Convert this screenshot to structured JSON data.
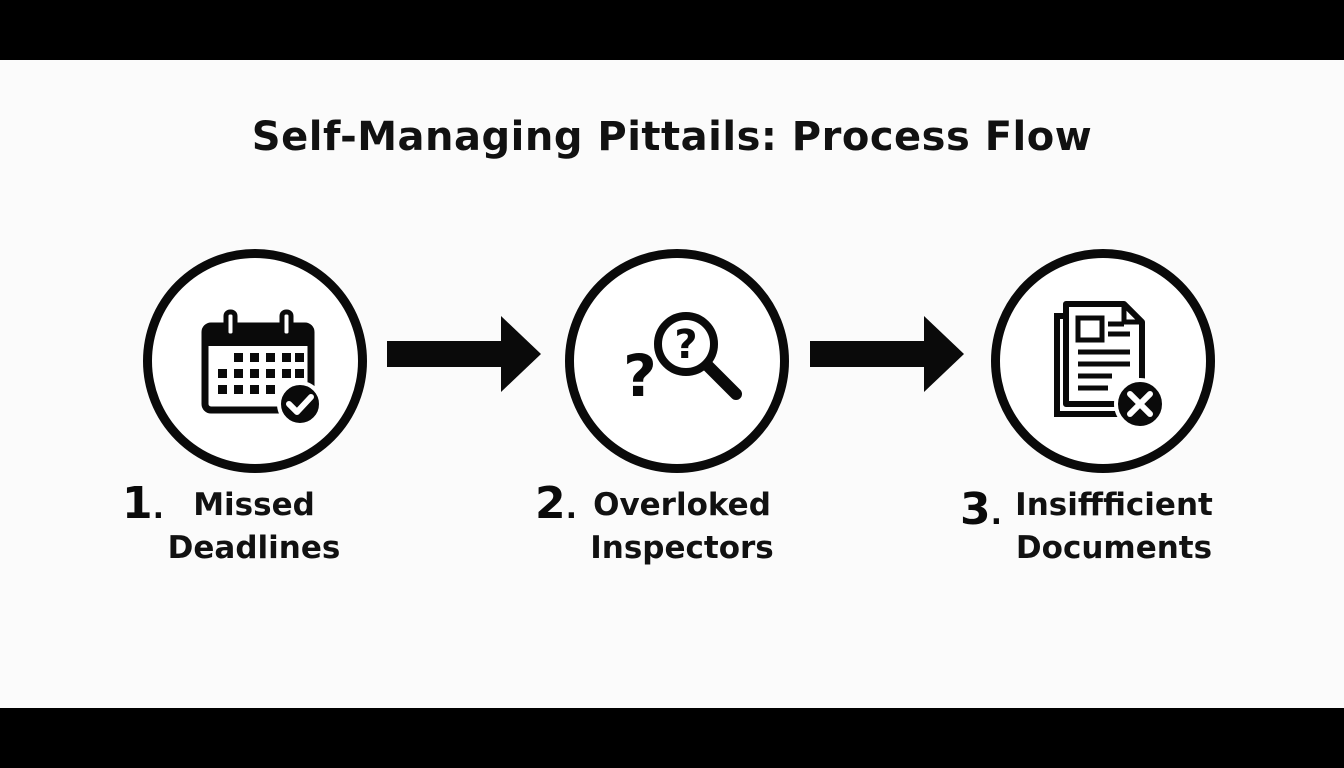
{
  "title": "Self-Managing Pittails: Process Flow",
  "steps": [
    {
      "number": "1",
      "dot": ".",
      "line1": "Missed",
      "line2": "Deadlines",
      "icon": "calendar-check-icon"
    },
    {
      "number": "2",
      "dot": ".",
      "line1": "Overloked",
      "line2": "Inspectors",
      "icon": "question-magnifier-icon"
    },
    {
      "number": "3",
      "dot": ".",
      "line1": "Insiffficient",
      "line2": "Documents",
      "icon": "document-x-icon"
    }
  ],
  "connectors": [
    "arrow-right-icon",
    "arrow-right-icon"
  ],
  "colors": {
    "ink": "#0a0a0a",
    "background": "#fbfbfb",
    "letterbox": "#000000"
  }
}
